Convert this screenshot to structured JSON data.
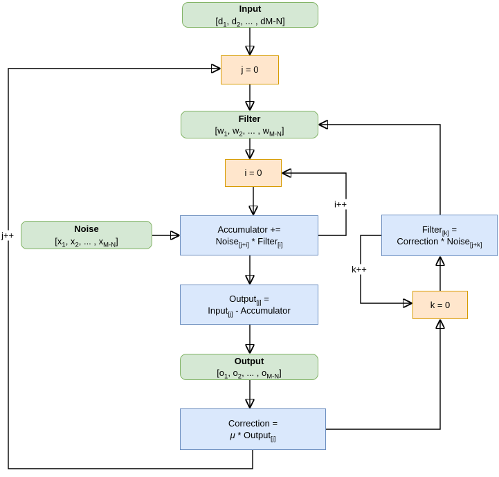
{
  "colors": {
    "canvas-bg": "#ffffff",
    "green-fill": "#d5e8d4",
    "green-stroke": "#82b366",
    "orange-fill": "#ffe6cc",
    "orange-stroke": "#d79b00",
    "blue-fill": "#dae8fc",
    "blue-stroke": "#6c8ebf",
    "edge-color": "#000000",
    "text-color": "#000000"
  },
  "nodes": {
    "input": {
      "title": "Input",
      "formula": [
        [
          "[d",
          0
        ],
        [
          "1",
          1
        ],
        [
          ", d",
          0
        ],
        [
          "2",
          1
        ],
        [
          ", ... , dM-N]",
          0
        ]
      ]
    },
    "j_init": {
      "label": "j = 0"
    },
    "filter": {
      "title": "Filter",
      "formula": [
        [
          "[w",
          0
        ],
        [
          "1",
          1
        ],
        [
          ", w",
          0
        ],
        [
          "2",
          1
        ],
        [
          ", ... , w",
          0
        ],
        [
          "M-N",
          1
        ],
        [
          "]",
          0
        ]
      ]
    },
    "i_init": {
      "label": "i = 0"
    },
    "noise": {
      "title": "Noise",
      "formula": [
        [
          "[x",
          0
        ],
        [
          "1",
          1
        ],
        [
          ", x",
          0
        ],
        [
          "2",
          1
        ],
        [
          ", ... , x",
          0
        ],
        [
          "M-N",
          1
        ],
        [
          "]",
          0
        ]
      ]
    },
    "accumulator": {
      "line1": [
        [
          "Accumulator +=",
          0
        ]
      ],
      "line2": [
        [
          "Noise",
          0
        ],
        [
          "[j+i]",
          1
        ],
        [
          " * Filter",
          0
        ],
        [
          "[i]",
          1
        ]
      ]
    },
    "output_j": {
      "line1": [
        [
          "Output",
          0
        ],
        [
          "[j]",
          1
        ],
        [
          " =",
          0
        ]
      ],
      "line2": [
        [
          "Input",
          0
        ],
        [
          "[j]",
          1
        ],
        [
          " - Accumulator",
          0
        ]
      ]
    },
    "output": {
      "title": "Output",
      "formula": [
        [
          "[o",
          0
        ],
        [
          "1",
          1
        ],
        [
          ", o",
          0
        ],
        [
          "2",
          1
        ],
        [
          ", ... , o",
          0
        ],
        [
          "M-N",
          1
        ],
        [
          "]",
          0
        ]
      ]
    },
    "correction": {
      "line1": [
        [
          "Correction =",
          0
        ]
      ],
      "line2": [
        [
          "μ",
          2
        ],
        [
          " * Output",
          0
        ],
        [
          "[j]",
          1
        ]
      ]
    },
    "filter_k": {
      "line1": [
        [
          "Filter",
          0
        ],
        [
          "[k]",
          1
        ],
        [
          " =",
          0
        ]
      ],
      "line2": [
        [
          "Correction * Noise",
          0
        ],
        [
          "[j+k]",
          1
        ]
      ]
    },
    "k_init": {
      "label": "k = 0"
    }
  },
  "edge_labels": {
    "i_increment": "i++",
    "j_increment": "j++",
    "k_increment": "k++"
  }
}
